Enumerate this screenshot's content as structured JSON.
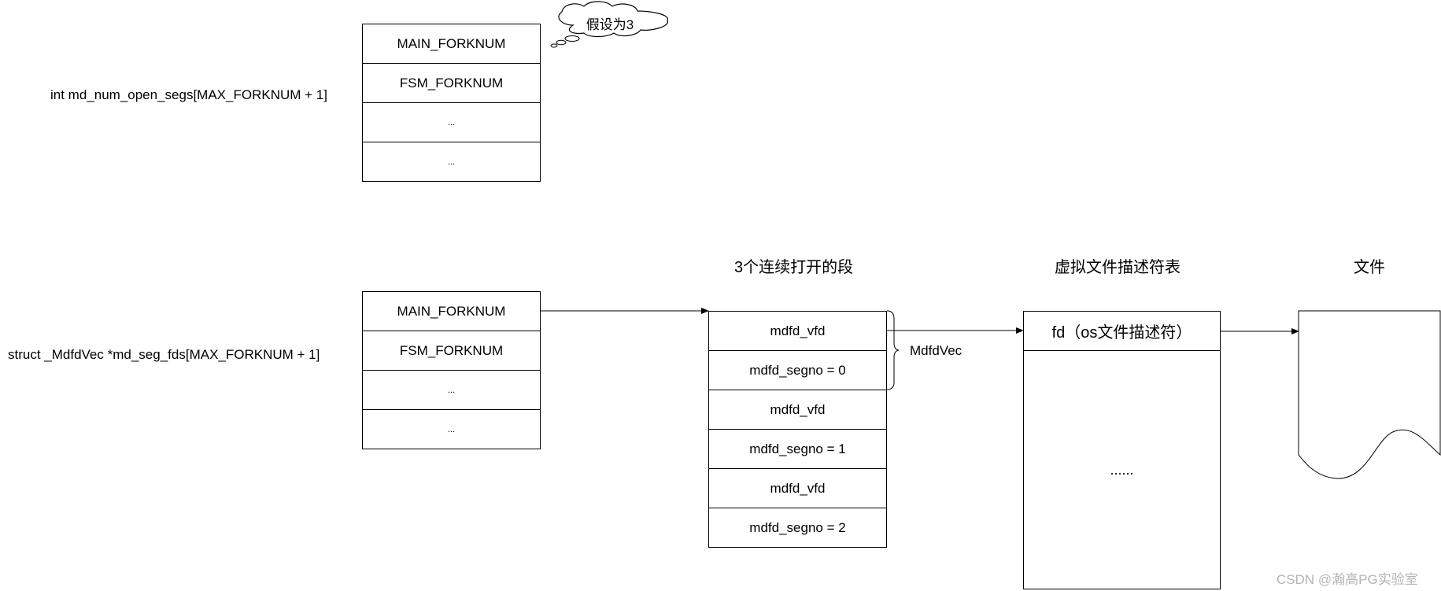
{
  "top_array": {
    "label": "int md_num_open_segs[MAX_FORKNUM + 1]",
    "cells": [
      "MAIN_FORKNUM",
      "FSM_FORKNUM",
      "...",
      "..."
    ],
    "callout": "假设为3"
  },
  "bottom_array": {
    "label": "struct   _MdfdVec *md_seg_fds[MAX_FORKNUM + 1]",
    "cells": [
      "MAIN_FORKNUM",
      "FSM_FORKNUM",
      "...",
      "..."
    ]
  },
  "segments": {
    "heading": "3个连续打开的段",
    "cells": [
      "mdfd_vfd",
      "mdfd_segno = 0",
      "mdfd_vfd",
      "mdfd_segno = 1",
      "mdfd_vfd",
      "mdfd_segno = 2"
    ],
    "brace_label": "MdfdVec"
  },
  "vfd_table": {
    "heading": "虚拟文件描述符表",
    "header_cell": "fd（os文件描述符）",
    "body_text": "......"
  },
  "file": {
    "heading": "文件"
  },
  "watermark": "CSDN @瀚高PG实验室"
}
